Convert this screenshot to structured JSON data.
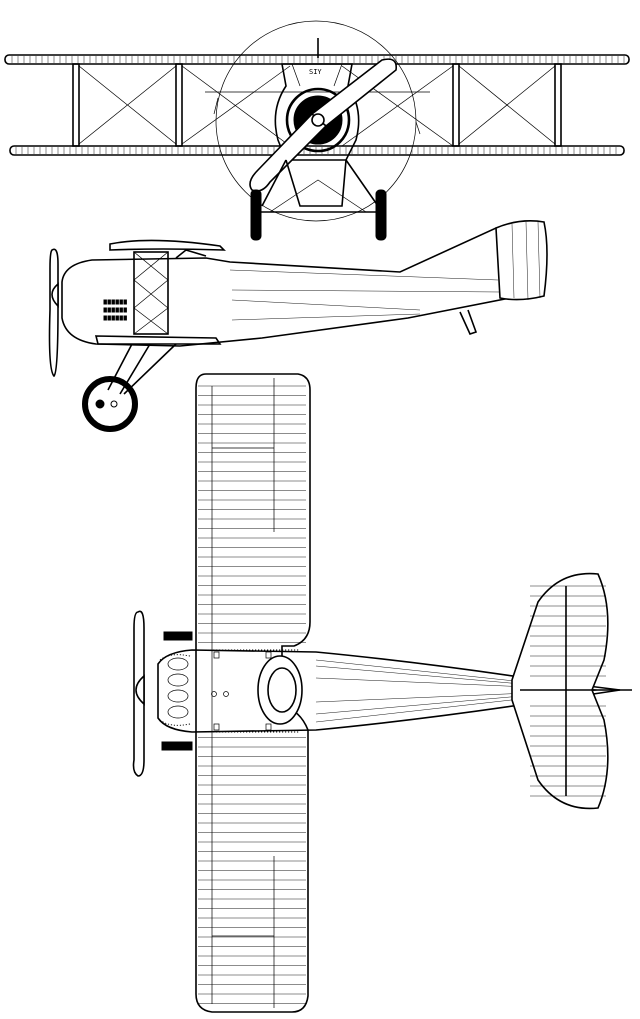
{
  "figure": {
    "views": [
      "front-view",
      "side-view",
      "top-view"
    ],
    "label_rendered": ""
  },
  "colors": {
    "ink": "#000000",
    "paper": "#ffffff"
  }
}
